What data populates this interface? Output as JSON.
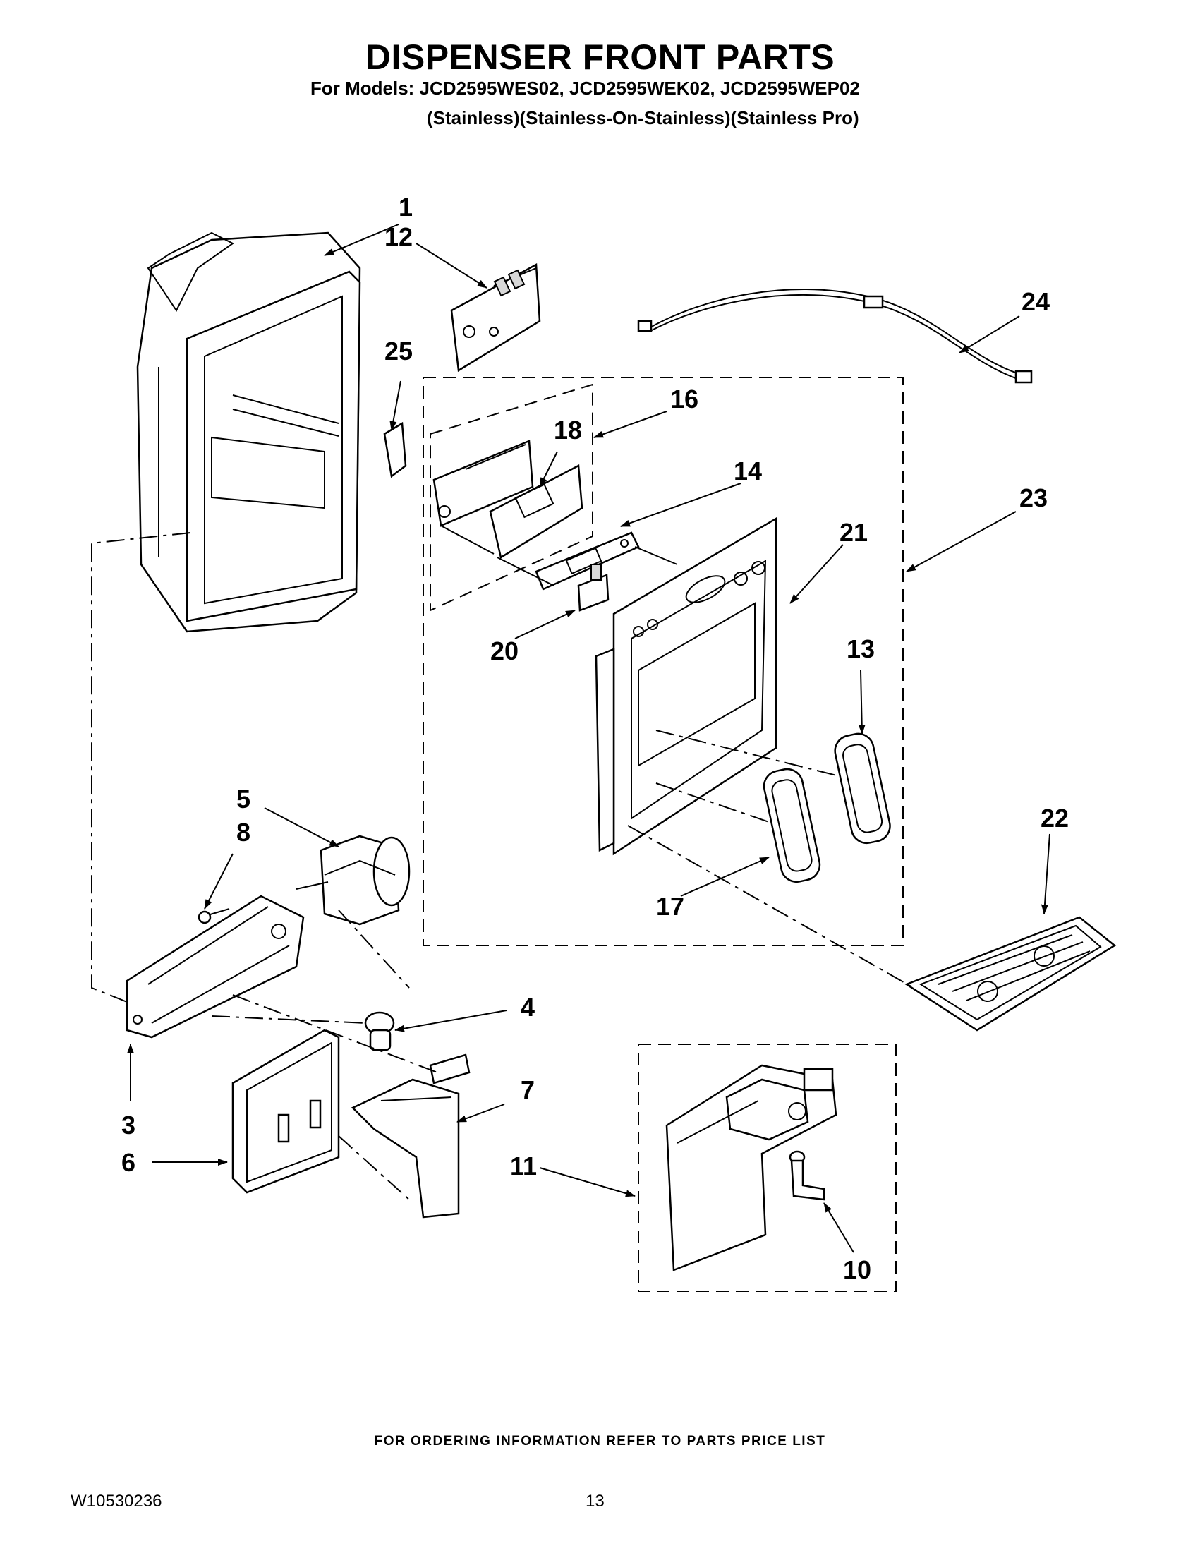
{
  "header": {
    "title": "DISPENSER FRONT PARTS",
    "models": "For Models: JCD2595WES02, JCD2595WEK02, JCD2595WEP02",
    "finishes": "(Stainless)(Stainless-On-Stainless)(Stainless Pro)"
  },
  "callouts": {
    "p1": "1",
    "p3": "3",
    "p4": "4",
    "p5": "5",
    "p6": "6",
    "p7": "7",
    "p8": "8",
    "p10": "10",
    "p11": "11",
    "p12": "12",
    "p13": "13",
    "p14": "14",
    "p16": "16",
    "p17": "17",
    "p18": "18",
    "p20": "20",
    "p21": "21",
    "p22": "22",
    "p23": "23",
    "p24": "24",
    "p25": "25"
  },
  "footer": {
    "note": "FOR ORDERING INFORMATION REFER TO PARTS PRICE LIST",
    "doc_number": "W10530236",
    "page_number": "13"
  }
}
